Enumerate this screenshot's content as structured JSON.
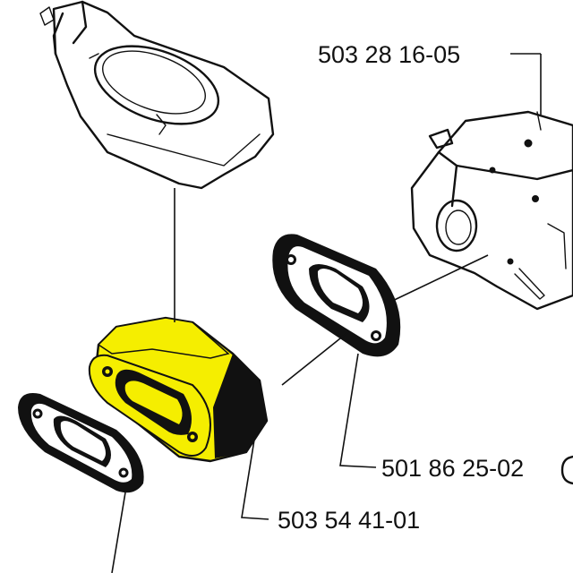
{
  "parts": [
    {
      "id": "carburetor",
      "part_number": "503 28 16-05"
    },
    {
      "id": "carburetor-gasket",
      "part_number": "501 86 25-02"
    },
    {
      "id": "intake-adapter",
      "part_number": "503 54 41-01"
    }
  ],
  "colors": {
    "highlight": "#f5ee00",
    "ink": "#111111",
    "background": "#ffffff"
  }
}
